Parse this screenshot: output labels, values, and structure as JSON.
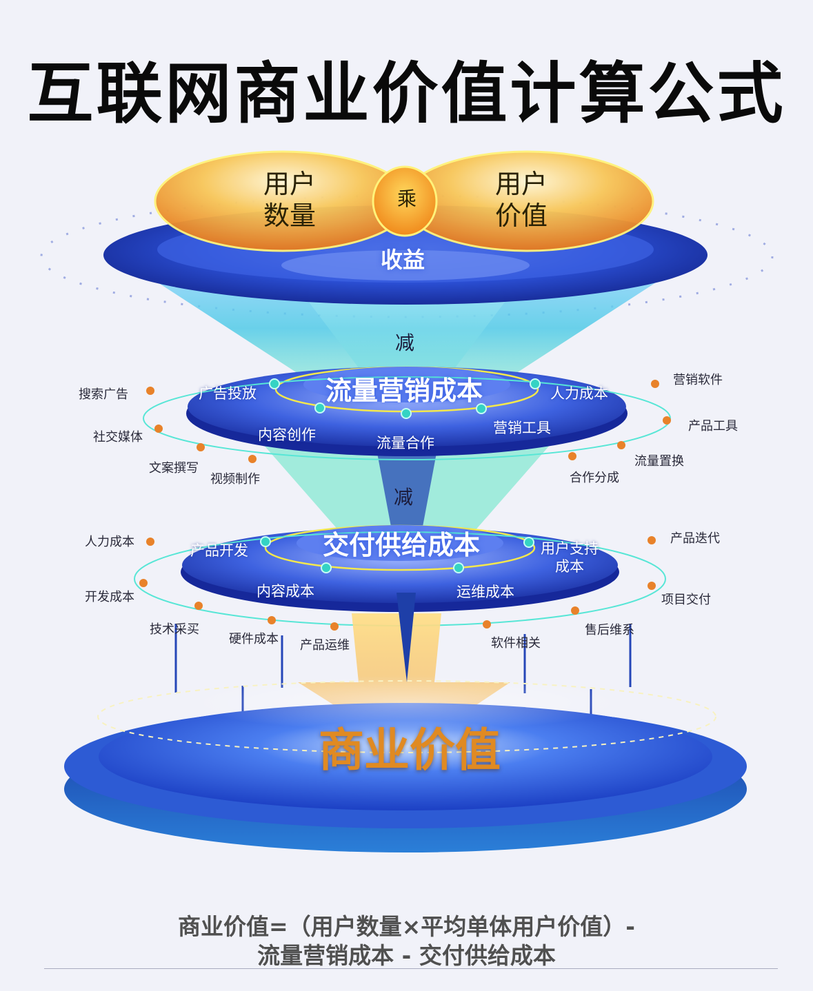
{
  "title": "互联网商业价值计算公式",
  "top": {
    "left_bubble": "用户\n数量",
    "right_bubble": "用户\n价值",
    "operator": "乘",
    "result": "收益"
  },
  "minus_label": "减",
  "tier1": {
    "title": "流量营销成本",
    "inner": [
      "广告投放",
      "人力成本",
      "内容创作",
      "流量合作",
      "营销工具"
    ],
    "outer": [
      "搜索广告",
      "社交媒体",
      "文案撰写",
      "视频制作",
      "营销软件",
      "产品工具",
      "流量置换",
      "合作分成"
    ]
  },
  "tier2": {
    "title": "交付供给成本",
    "inner": [
      "产品开发",
      "用户支持\n成本",
      "内容成本",
      "运维成本"
    ],
    "outer": [
      "人力成本",
      "开发成本",
      "技术采买",
      "硬件成本",
      "产品运维",
      "软件相关",
      "售后维系",
      "项目交付",
      "产品迭代"
    ]
  },
  "base": {
    "title": "商业价值"
  },
  "formula": {
    "line1": "商业价值=（用户数量×平均单体用户价值）-",
    "line2": "流量营销成本 - 交付供给成本"
  },
  "colors": {
    "blue": "#2d4fd6",
    "cyan": "#5fe8e4",
    "orange_bubble": "#f2a93a",
    "gold_text": "#e08a22",
    "dot": "#e8822a"
  }
}
